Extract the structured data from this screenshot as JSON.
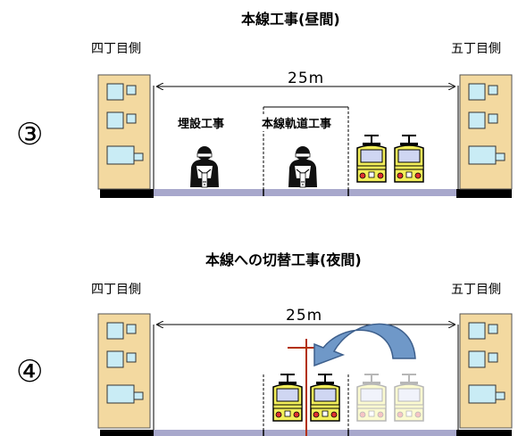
{
  "panels": [
    {
      "number": "③",
      "title": "本線工事(昼間)",
      "left_side": "四丁目側",
      "right_side": "五丁目側",
      "width_label": "25m",
      "work_labels": [
        "埋設工事",
        "本線軌道工事"
      ]
    },
    {
      "number": "④",
      "title": "本線への切替工事(夜間)",
      "left_side": "四丁目側",
      "right_side": "五丁目側",
      "width_label": "25m"
    }
  ],
  "colors": {
    "building": "#f3d9a0",
    "window": "#c9ecf5",
    "road": "#a8a8cc",
    "tram_body": "#f2ee5a",
    "tram_faded": "#fbfadc",
    "arrow": "#6f98c8",
    "pole": "#b33000"
  },
  "icons": [
    "building-icon",
    "worker-icon",
    "tram-icon",
    "curved-arrow-icon",
    "utility-pole-icon"
  ]
}
